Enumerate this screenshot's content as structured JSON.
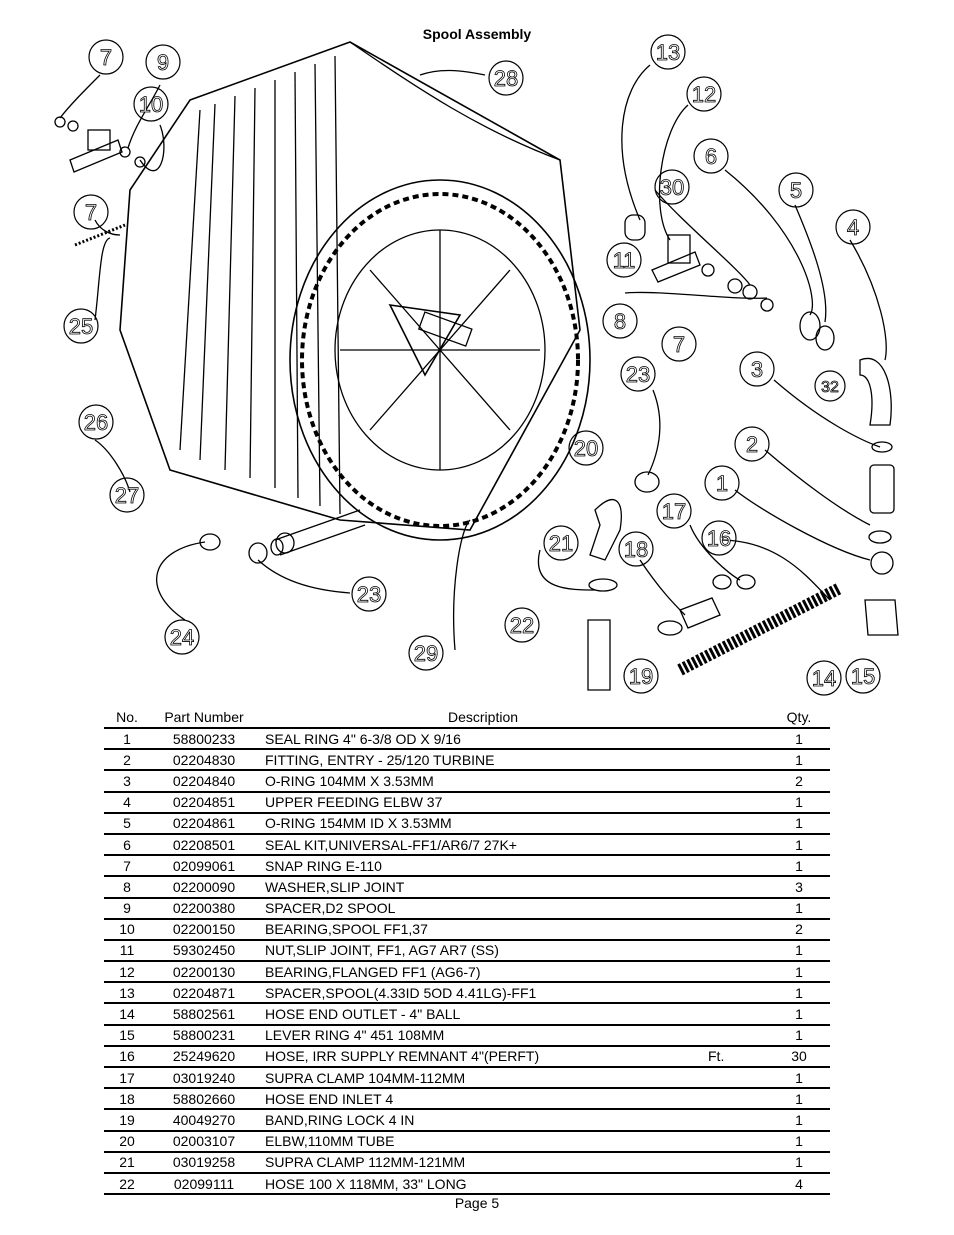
{
  "title": "Spool Assembly",
  "table": {
    "headers": {
      "no": "No.",
      "part_number": "Part Number",
      "description": "Description",
      "unit": "",
      "qty": "Qty."
    },
    "rows": [
      {
        "no": "1",
        "part": "58800233",
        "desc": "SEAL RING 4\"  6-3/8 OD X 9/16",
        "unit": "",
        "qty": "1"
      },
      {
        "no": "2",
        "part": "02204830",
        "desc": "FITTING, ENTRY - 25/120 TURBINE",
        "unit": "",
        "qty": "1"
      },
      {
        "no": "3",
        "part": "02204840",
        "desc": "O-RING 104MM X 3.53MM",
        "unit": "",
        "qty": "2"
      },
      {
        "no": "4",
        "part": "02204851",
        "desc": "UPPER FEEDING ELBW 37",
        "unit": "",
        "qty": "1"
      },
      {
        "no": "5",
        "part": "02204861",
        "desc": "O-RING 154MM ID X 3.53MM",
        "unit": "",
        "qty": "1"
      },
      {
        "no": "6",
        "part": "02208501",
        "desc": "SEAL KIT,UNIVERSAL-FF1/AR6/7 27K+",
        "unit": "",
        "qty": "1"
      },
      {
        "no": "7",
        "part": "02099061",
        "desc": "SNAP RING E-110",
        "unit": "",
        "qty": "1"
      },
      {
        "no": "8",
        "part": "02200090",
        "desc": "WASHER,SLIP JOINT",
        "unit": "",
        "qty": "3"
      },
      {
        "no": "9",
        "part": "02200380",
        "desc": "SPACER,D2 SPOOL",
        "unit": "",
        "qty": "1"
      },
      {
        "no": "10",
        "part": "02200150",
        "desc": "BEARING,SPOOL FF1,37",
        "unit": "",
        "qty": "2"
      },
      {
        "no": "11",
        "part": "59302450",
        "desc": "NUT,SLIP JOINT, FF1, AG7 AR7 (SS)",
        "unit": "",
        "qty": "1"
      },
      {
        "no": "12",
        "part": "02200130",
        "desc": "BEARING,FLANGED FF1 (AG6-7)",
        "unit": "",
        "qty": "1"
      },
      {
        "no": "13",
        "part": "02204871",
        "desc": "SPACER,SPOOL(4.33ID 5OD 4.41LG)-FF1",
        "unit": "",
        "qty": "1"
      },
      {
        "no": "14",
        "part": "58802561",
        "desc": "HOSE END OUTLET - 4\" BALL",
        "unit": "",
        "qty": "1"
      },
      {
        "no": "15",
        "part": "58800231",
        "desc": "LEVER RING 4\"  451  108MM",
        "unit": "",
        "qty": "1"
      },
      {
        "no": "16",
        "part": "25249620",
        "desc": "HOSE, IRR SUPPLY REMNANT 4\"(PERFT)",
        "unit": "Ft.",
        "qty": "30"
      },
      {
        "no": "17",
        "part": "03019240",
        "desc": "SUPRA CLAMP 104MM-112MM",
        "unit": "",
        "qty": "1"
      },
      {
        "no": "18",
        "part": "58802660",
        "desc": "HOSE END INLET 4",
        "unit": "",
        "qty": "1"
      },
      {
        "no": "19",
        "part": "40049270",
        "desc": "BAND,RING LOCK 4 IN",
        "unit": "",
        "qty": "1"
      },
      {
        "no": "20",
        "part": "02003107",
        "desc": "ELBW,110MM TUBE",
        "unit": "",
        "qty": "1"
      },
      {
        "no": "21",
        "part": "03019258",
        "desc": "SUPRA CLAMP 112MM-121MM",
        "unit": "",
        "qty": "1"
      },
      {
        "no": "22",
        "part": "02099111",
        "desc": "HOSE 100 X 118MM, 33\" LONG",
        "unit": "",
        "qty": "4"
      }
    ]
  },
  "diagram": {
    "callouts": [
      "7",
      "9",
      "10",
      "7",
      "25",
      "26",
      "27",
      "28",
      "24",
      "23",
      "29",
      "13",
      "12",
      "6",
      "30",
      "5",
      "4",
      "11",
      "8",
      "7",
      "32",
      "3",
      "23",
      "2",
      "20",
      "1",
      "17",
      "16",
      "21",
      "18",
      "22",
      "19",
      "14",
      "15"
    ]
  },
  "footer": {
    "page": "Page 5"
  }
}
